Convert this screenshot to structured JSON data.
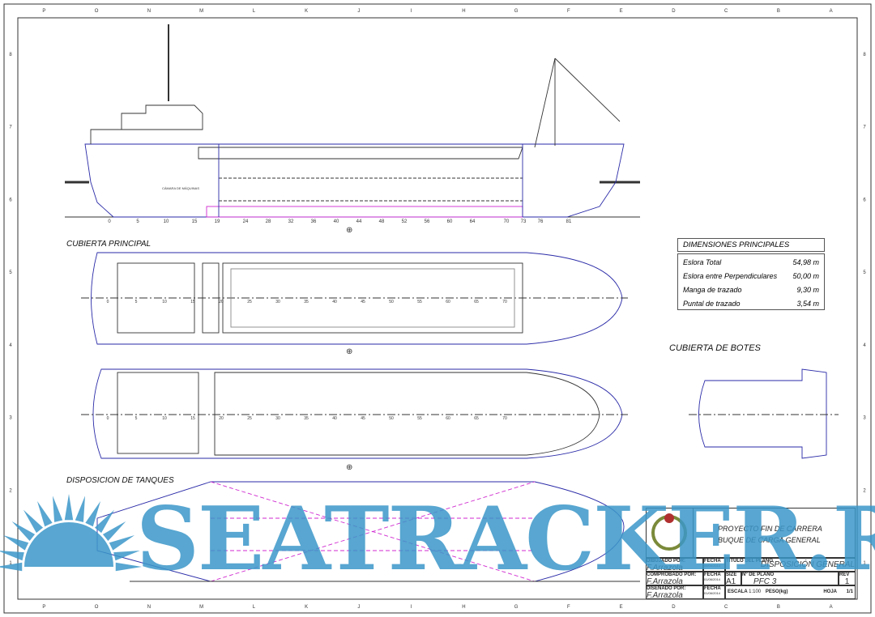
{
  "border": {
    "columns": [
      "P",
      "O",
      "N",
      "M",
      "L",
      "K",
      "J",
      "I",
      "H",
      "G",
      "F",
      "E",
      "D",
      "C",
      "B",
      "A"
    ],
    "rows": [
      "8",
      "7",
      "6",
      "5",
      "4",
      "3",
      "2",
      "1"
    ]
  },
  "views": {
    "main_deck": "CUBIERTA PRINCIPAL",
    "boat_deck": "CUBIERTA DE BOTES",
    "tanks": "DISPOSICION DE TANQUES",
    "engine_room": "CÁMARA DE MÁQUINAS"
  },
  "profile_frames": [
    "0",
    "5",
    "10",
    "15",
    "19",
    "24",
    "28",
    "32",
    "36",
    "40",
    "44",
    "48",
    "52",
    "56",
    "60",
    "64",
    "70",
    "73",
    "76",
    "81"
  ],
  "deck_frames": [
    "0",
    "5",
    "10",
    "15",
    "20",
    "25",
    "30",
    "35",
    "40",
    "45",
    "50",
    "55",
    "60",
    "65",
    "70"
  ],
  "dimensions": {
    "title": "DIMENSIONES PRINCIPALES",
    "rows": [
      {
        "label": "Eslora Total",
        "value": "54,98 m"
      },
      {
        "label": "Eslora entre Perpendiculares",
        "value": "50,00 m"
      },
      {
        "label": "Manga de trazado",
        "value": "9,30 m"
      },
      {
        "label": "Puntal de trazado",
        "value": "3,54 m"
      }
    ]
  },
  "title_block": {
    "project": "PROYECTO FIN DE CARRERA",
    "vessel": "BUQUE DE CARGA GENERAL",
    "drawn_by_label": "DIBUJADO POR:",
    "drawn_by": "F.Arrazola",
    "checked_by_label": "COMPROBADO POR:",
    "checked_by": "F.Arrazola",
    "designed_by_label": "DISEÑADO POR:",
    "designed_by": "F.Arrazola",
    "date_label": "FECHA",
    "date1": "09/06/2014",
    "date2": "01/06/2014",
    "date3": "01/06/2014",
    "plan_title_label": "TÍTULO DEL PLANO",
    "plan_title": "DISPOSICIÓN GENERAL",
    "size_label": "SIZE",
    "size": "A1",
    "plan_no_label": "Nº DE PLANO",
    "plan_no": "PFC 3",
    "rev_label": "REV",
    "rev": "1",
    "scale_label": "ESCALA",
    "scale": "1:100",
    "weight_label": "PESO(kg)",
    "sheet_label": "HOJA",
    "sheet": "1/1"
  },
  "watermark": "SEATRACKER.RU",
  "colors": {
    "hull": "#2a2aa8",
    "tanks": "#d02ad0",
    "watermark": "#3b97c9"
  }
}
